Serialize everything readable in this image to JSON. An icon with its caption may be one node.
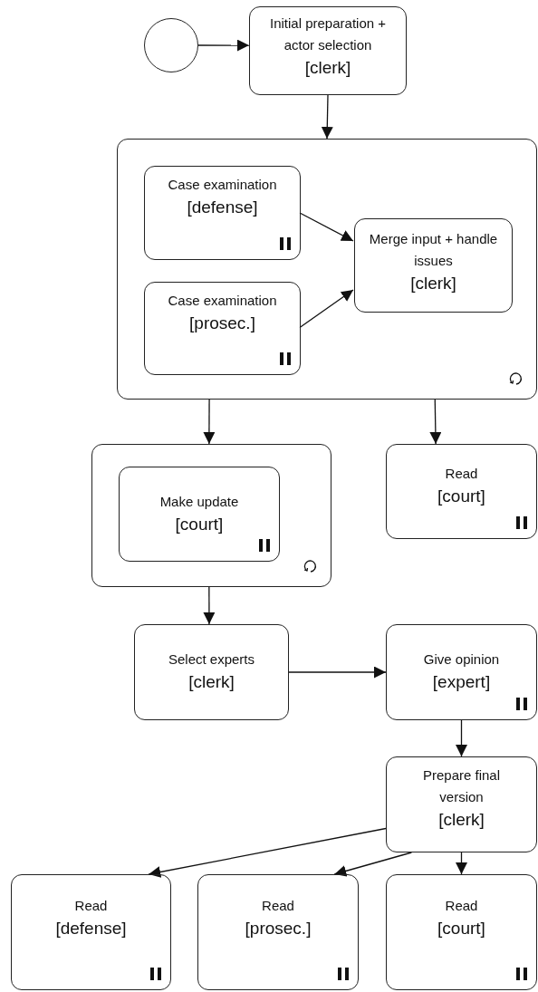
{
  "diagram": {
    "nodes": [
      {
        "text": [],
        "shape": "circle"
      },
      {
        "text": [
          "Initial preparation + actor selection",
          "[clerk]"
        ]
      },
      {
        "text": [],
        "shape": "box"
      },
      {
        "text": [
          "Case examination",
          "[defense]"
        ],
        "in": 2
      },
      {
        "text": [
          "Case examination",
          "[prosec.]"
        ],
        "in": 2
      },
      {
        "text": [
          "Merge input + handle issues",
          "[clerk]"
        ],
        "in": 2
      },
      {
        "text": [],
        "shape": "box"
      },
      {
        "text": [
          "Make update",
          "[court]"
        ],
        "in": 6
      },
      {
        "text": [
          "Read",
          "[court]"
        ]
      },
      {
        "text": [
          "Select experts",
          "[clerk]"
        ]
      },
      {
        "text": [
          "Give opinion",
          "[expert]"
        ]
      },
      {
        "text": [
          "Prepare final version",
          "[clerk]"
        ]
      },
      {
        "text": [
          "Read",
          "[defense]"
        ]
      },
      {
        "text": [
          "Read",
          "[prosec.]"
        ]
      },
      {
        "text": [
          "Read",
          "[court]"
        ]
      }
    ],
    "edges": [
      {
        "from": 0,
        "to": 1,
        "arrow": "to"
      },
      {
        "from": 1,
        "to": 2,
        "arrow": "to"
      },
      {
        "from": 3,
        "to": 5,
        "arrow": "to"
      },
      {
        "from": 4,
        "to": 5,
        "arrow": "to"
      },
      {
        "from": 2,
        "to": 6,
        "arrow": "to"
      },
      {
        "from": 2,
        "to": 8,
        "arrow": "to"
      },
      {
        "from": 6,
        "to": 9,
        "arrow": "to"
      },
      {
        "from": 9,
        "to": 10,
        "arrow": "to"
      },
      {
        "from": 10,
        "to": 11,
        "arrow": "to"
      },
      {
        "from": 11,
        "to": 12,
        "arrow": "to"
      },
      {
        "from": 11,
        "to": 13,
        "arrow": "to"
      },
      {
        "from": 11,
        "to": 14,
        "arrow": "to"
      }
    ]
  }
}
